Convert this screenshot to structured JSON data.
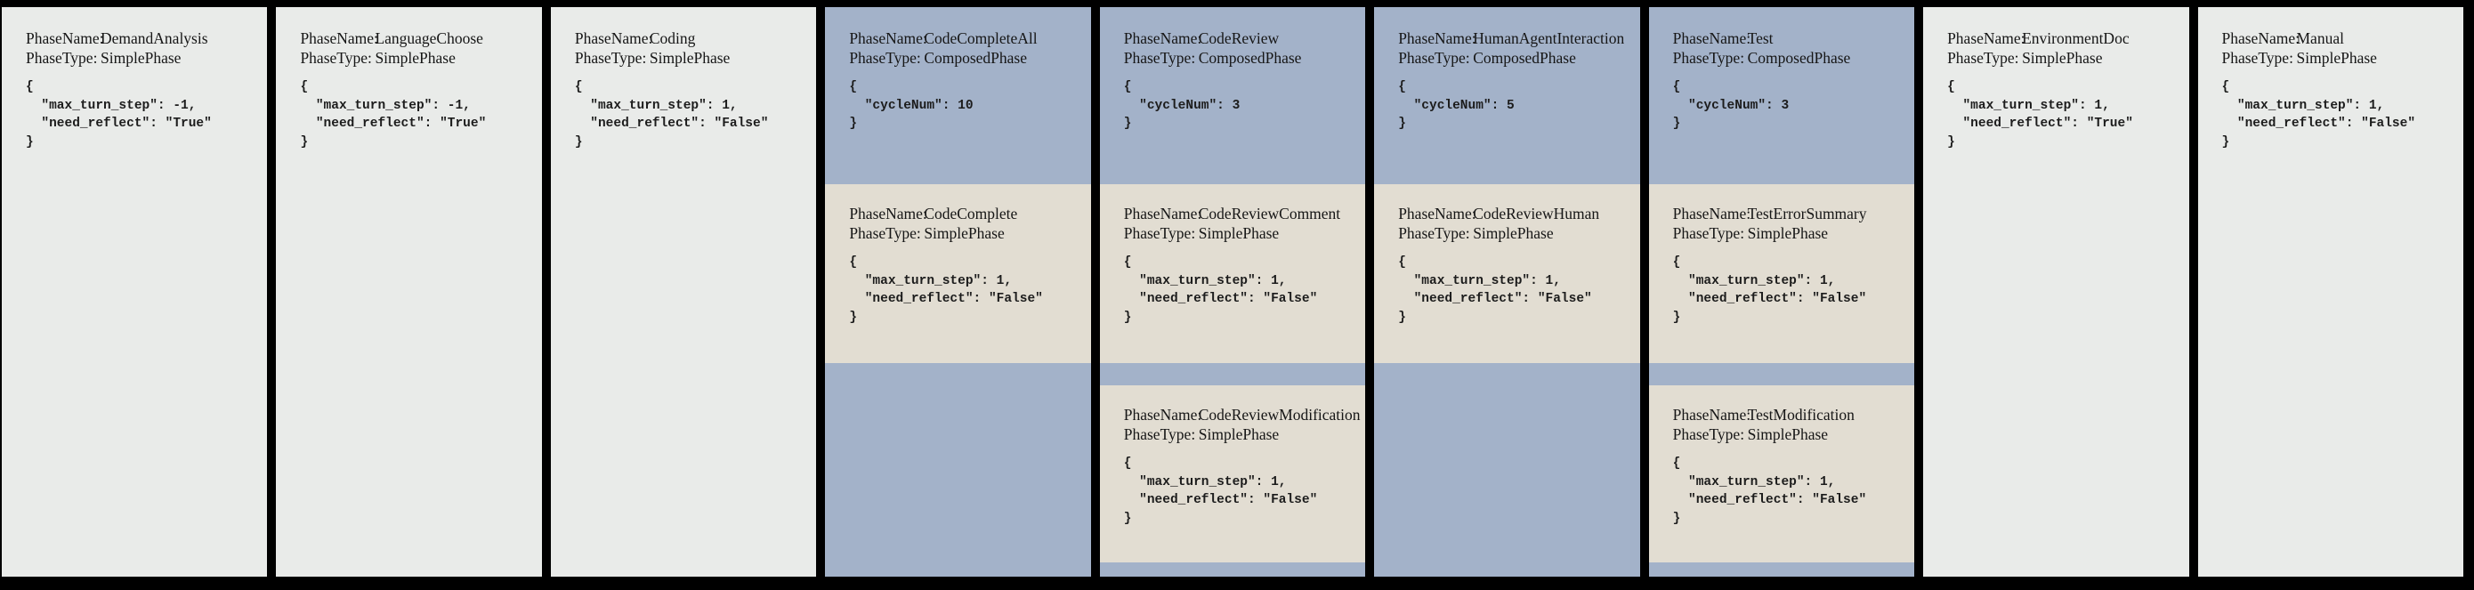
{
  "colors": {
    "page_background": "#000000",
    "simple_phase_card": "#e9ebe9",
    "composed_phase_card": "#a3b2c9",
    "sub_phase_card": "#e2ddd2",
    "text": "#161616"
  },
  "labels": {
    "phase_name": "PhaseName:",
    "phase_type": "PhaseType:"
  },
  "phases": [
    {
      "name": "DemandAnalysis",
      "type": "SimplePhase",
      "config": "{\n  \"max_turn_step\": -1,\n  \"need_reflect\": \"True\"\n}"
    },
    {
      "name": "LanguageChoose",
      "type": "SimplePhase",
      "config": "{\n  \"max_turn_step\": -1,\n  \"need_reflect\": \"True\"\n}"
    },
    {
      "name": "Coding",
      "type": "SimplePhase",
      "config": "{\n  \"max_turn_step\": 1,\n  \"need_reflect\": \"False\"\n}"
    },
    {
      "name": "CodeCompleteAll",
      "type": "ComposedPhase",
      "config": "{\n  \"cycleNum\": 10\n}",
      "children": [
        {
          "name": "CodeComplete",
          "type": "SimplePhase",
          "config": "{\n  \"max_turn_step\": 1,\n  \"need_reflect\": \"False\"\n}"
        }
      ]
    },
    {
      "name": "CodeReview",
      "type": "ComposedPhase",
      "config": "{\n  \"cycleNum\": 3\n}",
      "children": [
        {
          "name": "CodeReviewComment",
          "type": "SimplePhase",
          "config": "{\n  \"max_turn_step\": 1,\n  \"need_reflect\": \"False\"\n}"
        },
        {
          "name": "CodeReviewModification",
          "type": "SimplePhase",
          "config": "{\n  \"max_turn_step\": 1,\n  \"need_reflect\": \"False\"\n}"
        }
      ]
    },
    {
      "name": "HumanAgentInteraction",
      "type": "ComposedPhase",
      "config": "{\n  \"cycleNum\": 5\n}",
      "children": [
        {
          "name": "CodeReviewHuman",
          "type": "SimplePhase",
          "config": "{\n  \"max_turn_step\": 1,\n  \"need_reflect\": \"False\"\n}"
        }
      ]
    },
    {
      "name": "Test",
      "type": "ComposedPhase",
      "config": "{\n  \"cycleNum\": 3\n}",
      "children": [
        {
          "name": "TestErrorSummary",
          "type": "SimplePhase",
          "config": "{\n  \"max_turn_step\": 1,\n  \"need_reflect\": \"False\"\n}"
        },
        {
          "name": "TestModification",
          "type": "SimplePhase",
          "config": "{\n  \"max_turn_step\": 1,\n  \"need_reflect\": \"False\"\n}"
        }
      ]
    },
    {
      "name": "EnvironmentDoc",
      "type": "SimplePhase",
      "config": "{\n  \"max_turn_step\": 1,\n  \"need_reflect\": \"True\"\n}"
    },
    {
      "name": "Manual",
      "type": "SimplePhase",
      "config": "{\n  \"max_turn_step\": 1,\n  \"need_reflect\": \"False\"\n}"
    }
  ]
}
